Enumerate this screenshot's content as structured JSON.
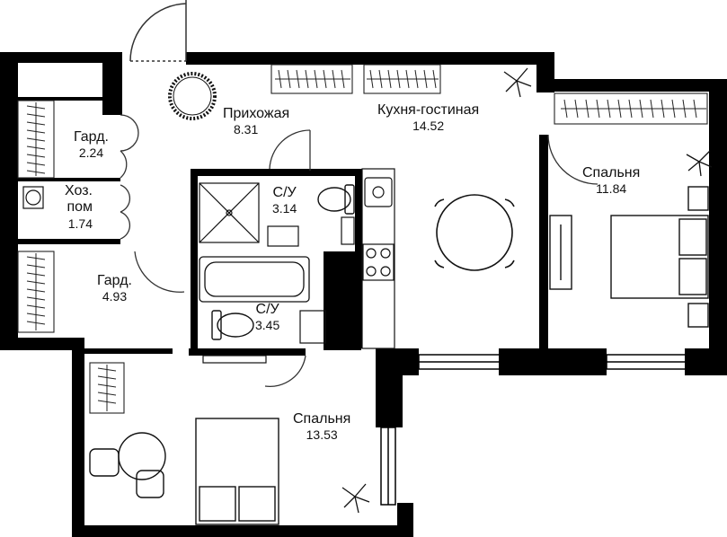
{
  "rooms": [
    {
      "name": "Прихожая",
      "area": "8.31"
    },
    {
      "name": "Кухня-гостиная",
      "area": "14.52"
    },
    {
      "name": "Спальня",
      "area": "11.84"
    },
    {
      "name": "Гард.",
      "area": "2.24"
    },
    {
      "name": "Хоз.",
      "name2": "пом",
      "area": "1.74"
    },
    {
      "name": "С/У",
      "area": "3.14"
    },
    {
      "name": "С/У",
      "area": "3.45"
    },
    {
      "name": "Гард.",
      "area": "4.93"
    },
    {
      "name": "Спальня",
      "area": "13.53"
    }
  ],
  "colors": {
    "wall": "#000000",
    "fixture": "#111111",
    "background": "#ffffff"
  },
  "icons": [
    "plant-icon",
    "round-mirror-icon",
    "washing-machine-icon",
    "stove-icon",
    "sink-icon",
    "toilet-icon",
    "bathtub-icon",
    "shower-icon",
    "bed-icon",
    "round-table-icon",
    "armchair-icon",
    "tv-icon"
  ]
}
